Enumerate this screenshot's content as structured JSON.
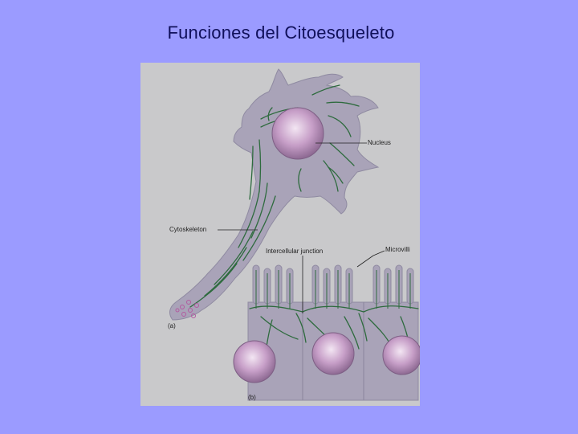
{
  "slide": {
    "title": "Funciones del Citoesqueleto"
  },
  "figure": {
    "labels": {
      "nucleus": "Nucleus",
      "cytoskeleton": "Cytoskeleton",
      "intercellular_junction": "Intercellular junction",
      "microvilli": "Microvilli",
      "panel_a": "(a)",
      "panel_b": "(b)"
    },
    "colors": {
      "background": "#9b9bff",
      "panel": "#c9c9cb",
      "cell_membrane": "#a9a3b8",
      "cytoskeleton_fibers": "#2e6b3e",
      "nucleus": "#c8a0c8"
    }
  }
}
